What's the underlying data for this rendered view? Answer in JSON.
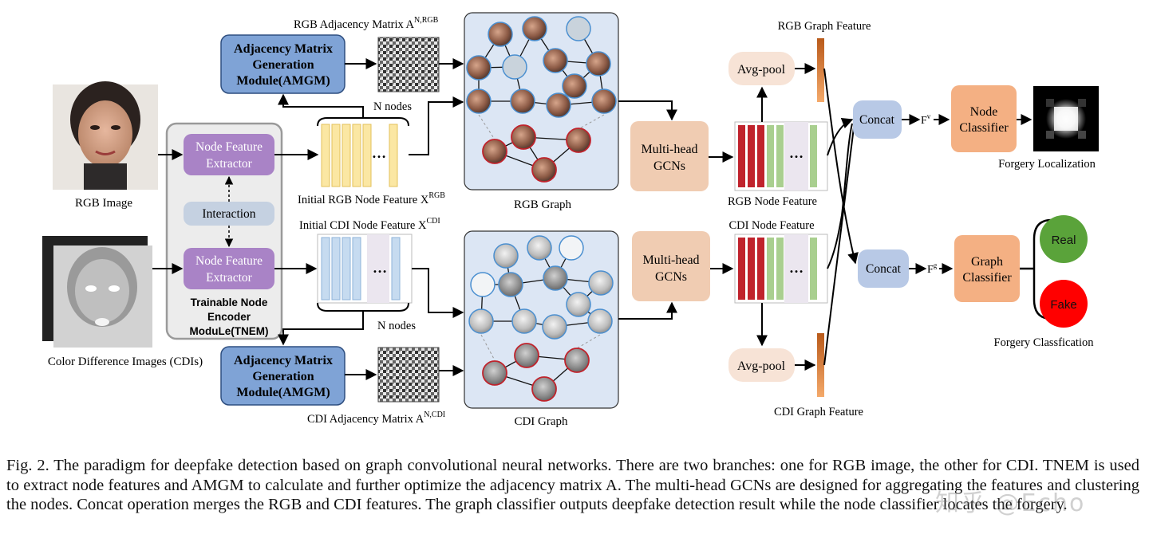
{
  "figure": {
    "inputs": {
      "rgb_image_label": "RGB  Image",
      "cdi_image_label": "Color Difference Images (CDIs)"
    },
    "tnem": {
      "rgb_extractor": [
        "Node Feature",
        "Extractor"
      ],
      "cdi_extractor": [
        "Node Feature",
        "Extractor"
      ],
      "interaction": "Interaction",
      "module_label": [
        "Trainable Node",
        "Encoder",
        "ModuLe(TNEM)"
      ]
    },
    "amgm": {
      "rgb_module": [
        "Adjacency Matrix",
        "Generation",
        "Module(AMGM)"
      ],
      "cdi_module": [
        "Adjacency Matrix",
        "Generation",
        "Module(AMGM)"
      ],
      "rgb_matrix_label": "RGB  Adjacency Matrix A",
      "rgb_matrix_sup": "N,RGB",
      "cdi_matrix_label": "CDI  Adjacency Matrix A",
      "cdi_matrix_sup": "N,CDI"
    },
    "node_features": {
      "rgb_label": "Initial RGB Node Feature X",
      "rgb_sup": "RGB",
      "cdi_label": "Initial CDI Node Feature  X",
      "cdi_sup": "CDI",
      "n_nodes_top": "N nodes",
      "n_nodes_bottom": "N nodes",
      "ellipsis": "…"
    },
    "graphs": {
      "rgb_graph_label": "RGB Graph",
      "cdi_graph_label": "CDI  Graph"
    },
    "gcn": {
      "rgb_gcn": [
        "Multi-head",
        "GCNs"
      ],
      "cdi_gcn": [
        "Multi-head",
        "GCNs"
      ],
      "rgb_node_feature": "RGB Node Feature",
      "cdi_node_feature": "CDI Node Feature",
      "avgpool_top": "Avg-pool",
      "avgpool_bottom": "Avg-pool",
      "rgb_graph_feature": "RGB  Graph Feature",
      "cdi_graph_feature": "CDI  Graph Feature"
    },
    "heads": {
      "concat_top": "Concat",
      "concat_bottom": "Concat",
      "fv": "F",
      "fv_sup": "v",
      "fg": "F",
      "fg_sup": "g",
      "node_classifier": [
        "Node",
        "Classifier"
      ],
      "graph_classifier": [
        "Graph",
        "Classifier"
      ],
      "forgery_localization": "Forgery Localization",
      "forgery_classification": "Forgery Classfication",
      "real": "Real",
      "fake": "Fake"
    },
    "watermark": "知乎 @Echo",
    "colors": {
      "amgm_fill": "#7fa3d6",
      "extractor_fill": "#a983c6",
      "interaction_fill": "#c5d1e1",
      "gcn_fill": "#f0ccb2",
      "avgpool_fill": "#f7e3d6",
      "concat_fill": "#b8c9e6",
      "classifier_fill": "#f4b083",
      "graph_panel_fill": "#dce6f4",
      "rgb_feature_bar": "#fbe7a3",
      "cdi_feature_bar": "#c6dbf0",
      "gcn_feature_red": "#c0232c",
      "gcn_feature_green": "#a9cf8f",
      "real_fill": "#5aa33a",
      "fake_fill": "#ff0000"
    }
  },
  "caption": {
    "text": "Fig. 2.  The paradigm for deepfake detection based on graph convolutional neural networks. There are two branches: one for RGB image, the other for CDI. TNEM is used to extract node features and AMGM to calculate and further optimize the adjacency matrix A. The multi-head GCNs are designed for aggregating the features and clustering the nodes. Concat operation merges the RGB and CDI features. The graph classifier outputs deepfake detection result while the node classifier locates the forgery."
  }
}
